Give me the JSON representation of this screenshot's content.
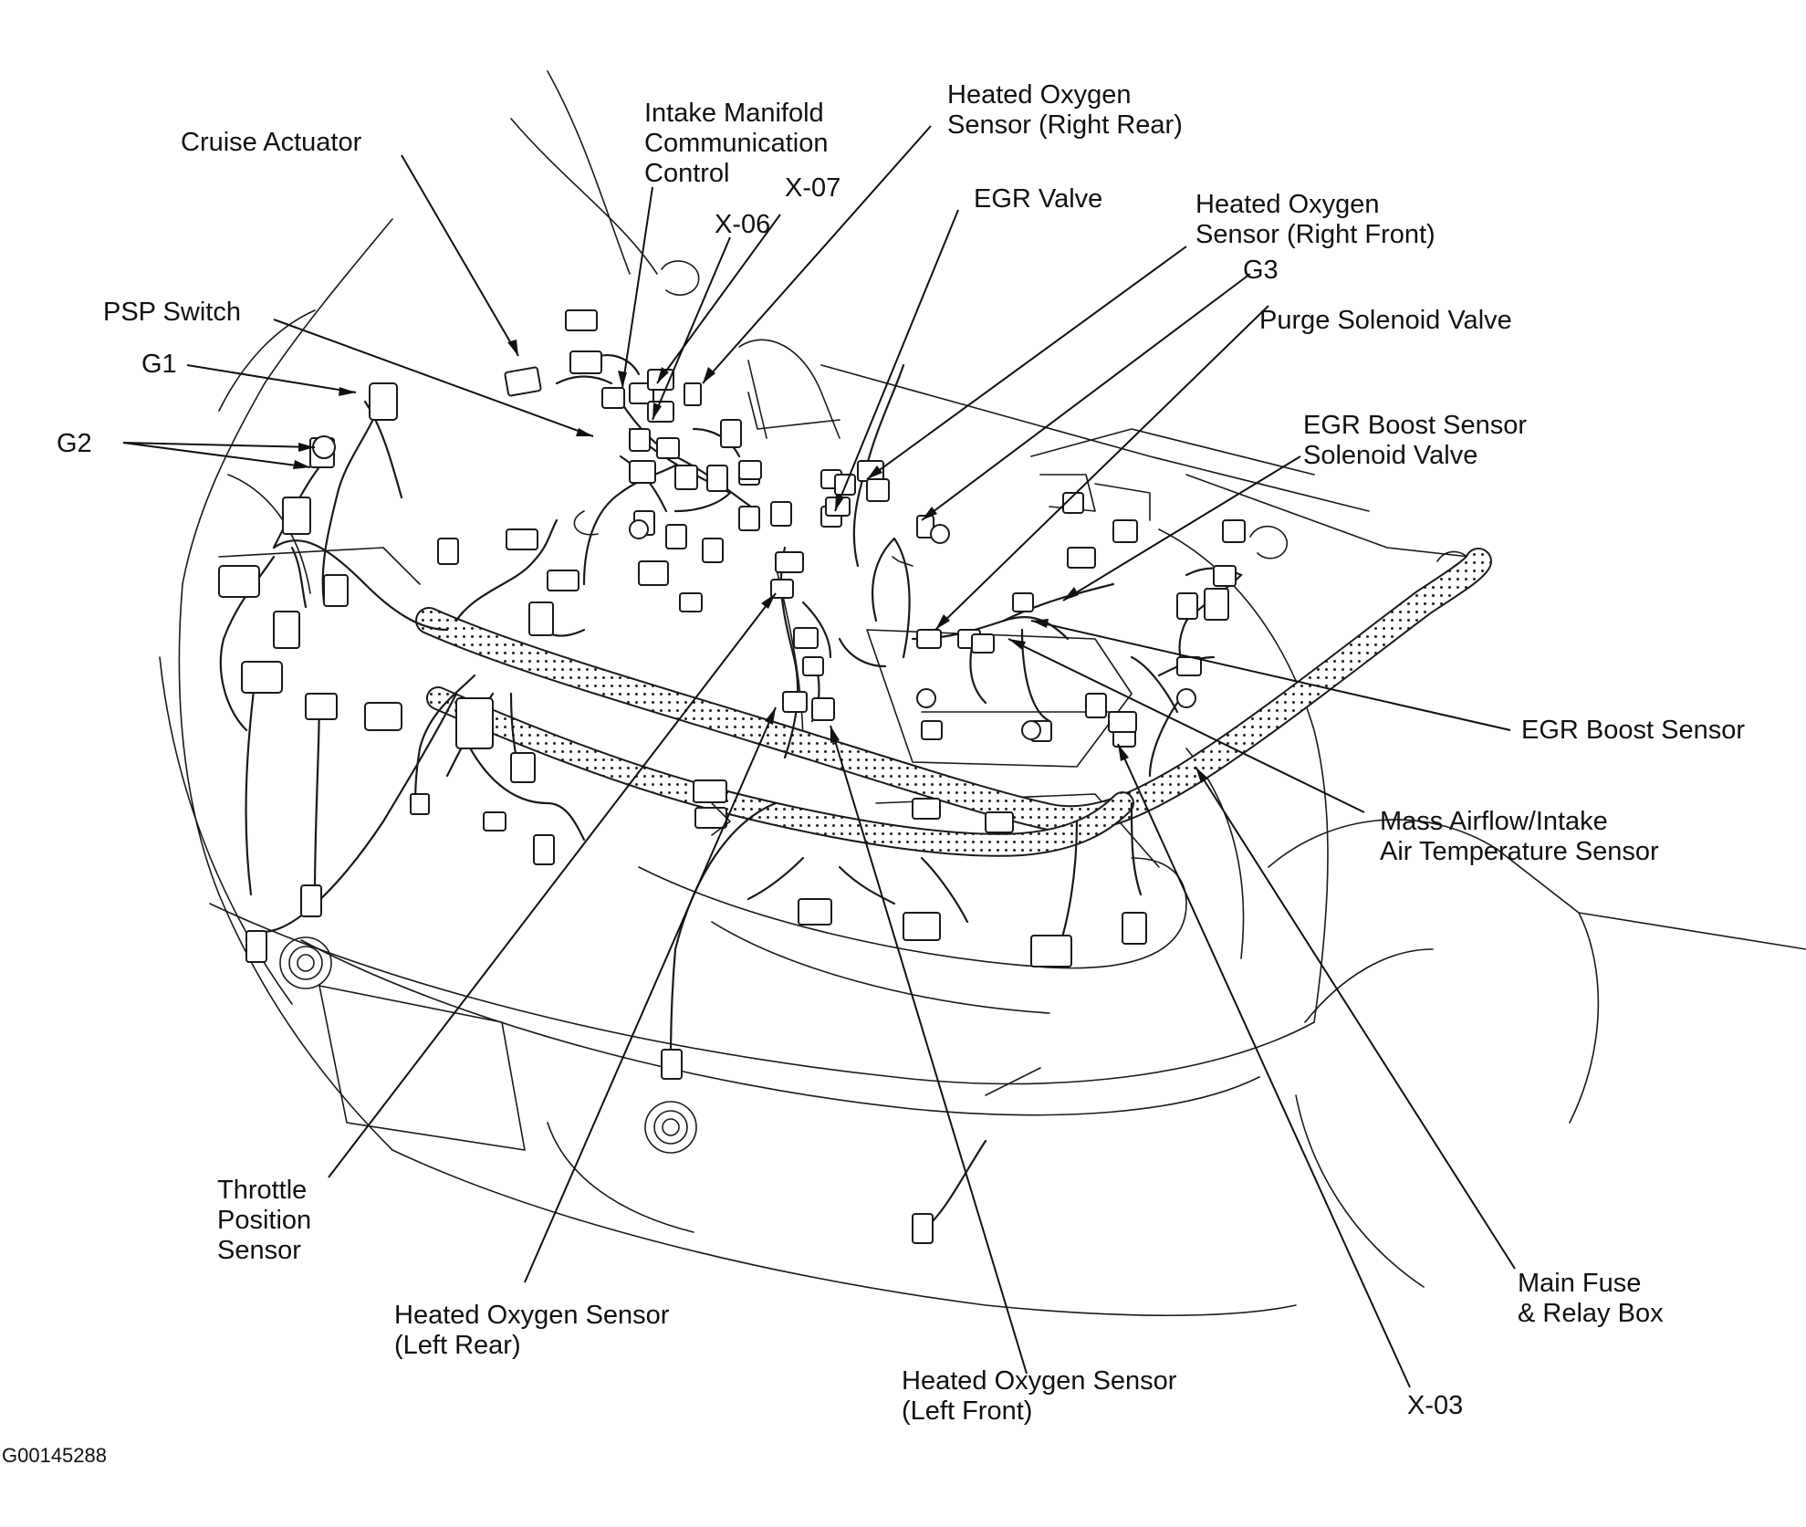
{
  "figure_id": "G00145288",
  "labels": {
    "cruise_actuator": "Cruise Actuator",
    "intake_manifold": "Intake Manifold\nCommunication\nControl",
    "x07": "X-07",
    "x06": "X-06",
    "heated_o2_right_rear": "Heated Oxygen\nSensor (Right Rear)",
    "egr_valve": "EGR Valve",
    "heated_o2_right_front": "Heated Oxygen\nSensor (Right Front)",
    "g3": "G3",
    "purge_solenoid": "Purge Solenoid Valve",
    "psp_switch": "PSP Switch",
    "g1": "G1",
    "g2": "G2",
    "egr_boost_solenoid": "EGR Boost Sensor\nSolenoid Valve",
    "egr_boost_sensor": "EGR Boost Sensor",
    "maf_iat": "Mass Airflow/Intake\nAir Temperature Sensor",
    "throttle_position": "Throttle\nPosition\nSensor",
    "heated_o2_left_rear": "Heated Oxygen Sensor\n(Left Rear)",
    "heated_o2_left_front": "Heated Oxygen Sensor\n(Left Front)",
    "main_fuse": "Main Fuse\n& Relay Box",
    "x03": "X-03"
  }
}
